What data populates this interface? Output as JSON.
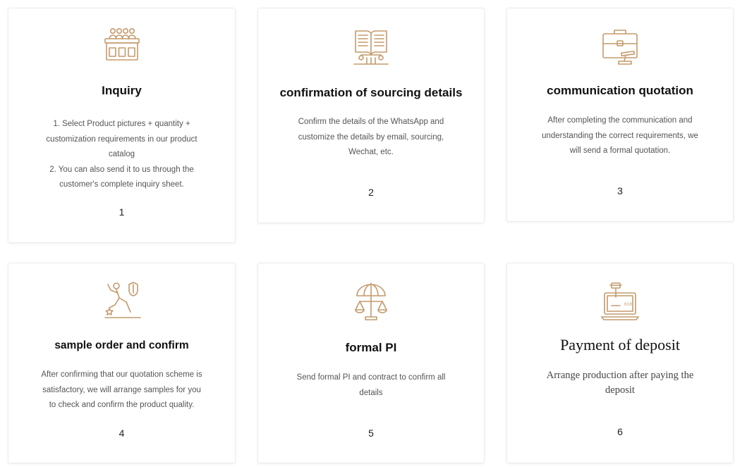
{
  "colors": {
    "icon": "#c49a6c",
    "title": "#111111",
    "text": "#555555",
    "card_border": "#ececec"
  },
  "cards": [
    {
      "icon": "team-meeting-icon",
      "title": "Inquiry",
      "description_lines": [
        "1. Select Product pictures + quantity +",
        "customization requirements in our product",
        "catalog",
        "2. You can also send it to us through the",
        "customer's complete inquiry sheet."
      ],
      "number": "1"
    },
    {
      "icon": "catalog-book-icon",
      "title": "confirmation of sourcing details",
      "description_lines": [
        "Confirm the details of the WhatsApp and",
        "customize the details by email, sourcing,",
        "Wechat, etc."
      ],
      "number": "2"
    },
    {
      "icon": "briefcase-gavel-icon",
      "title": "communication quotation",
      "description_lines": [
        "After completing the communication and",
        "understanding the correct requirements, we",
        "will send a formal quotation."
      ],
      "number": "3"
    },
    {
      "icon": "slip-warning-icon",
      "title": "sample order and confirm",
      "description_lines": [
        "After confirming that our quotation scheme is",
        "satisfactory, we will arrange samples for you",
        "to check and confirm the product quality."
      ],
      "number": "4"
    },
    {
      "icon": "scales-umbrella-icon",
      "title": "formal PI",
      "description_lines": [
        "Send formal PI and contract to confirm all",
        "details"
      ],
      "number": "5"
    },
    {
      "icon": "online-payment-icon",
      "title": "Payment of deposit",
      "description_lines": [
        "Arrange production after paying the",
        "deposit"
      ],
      "number": "6"
    }
  ]
}
